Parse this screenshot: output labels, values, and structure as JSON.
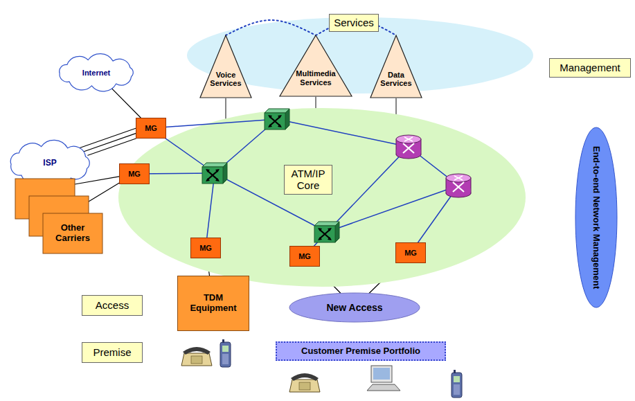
{
  "diagram": {
    "nodes": [
      {
        "text": [
          "Services"
        ]
      },
      {
        "text": [
          "Voice Services"
        ]
      },
      {
        "text": [
          "Multimedia Services"
        ]
      },
      {
        "text": [
          "Data Services"
        ]
      },
      {
        "text": [
          "Management"
        ]
      },
      {
        "text": [
          "End-to-end Network Management"
        ]
      },
      {
        "text": [
          "Internet"
        ]
      },
      {
        "text": [
          "ISP"
        ]
      },
      {
        "text": [
          "ATM/IP Core"
        ]
      },
      {
        "text": [
          "MG"
        ]
      },
      {
        "text": [
          "MG"
        ]
      },
      {
        "text": [
          "Other Carriers"
        ]
      },
      {
        "text": [
          "MG"
        ]
      },
      {
        "text": [
          "MG"
        ]
      },
      {
        "text": [
          "MG"
        ]
      },
      {
        "text": [
          "Access"
        ]
      },
      {
        "text": [
          "TDM Equipment"
        ]
      },
      {
        "text": [
          "New Access"
        ]
      },
      {
        "text": [
          "Premise"
        ]
      },
      {
        "text": [
          "Customer Premise Portfolio"
        ]
      }
    ],
    "edges": [
      {
        "from": 1,
        "to": 2,
        "arrow": "none"
      },
      {
        "from": 2,
        "to": 3,
        "arrow": "none"
      },
      {
        "from": 1,
        "to": 8,
        "arrow": "none"
      },
      {
        "from": 2,
        "to": 8,
        "arrow": "none"
      },
      {
        "from": 3,
        "to": 8,
        "arrow": "none"
      },
      {
        "from": 6,
        "to": 9,
        "arrow": "none"
      },
      {
        "from": 7,
        "to": 9,
        "arrow": "none"
      },
      {
        "from": 7,
        "to": 9,
        "arrow": "none"
      },
      {
        "from": 7,
        "to": 9,
        "arrow": "none"
      },
      {
        "from": 11,
        "to": 10,
        "arrow": "none"
      },
      {
        "from": 11,
        "to": 10,
        "arrow": "none"
      },
      {
        "from": 12,
        "to": 16,
        "arrow": "none"
      },
      {
        "from": 13,
        "to": 17,
        "arrow": "none"
      },
      {
        "from": 14,
        "to": 17,
        "arrow": "none"
      }
    ]
  }
}
